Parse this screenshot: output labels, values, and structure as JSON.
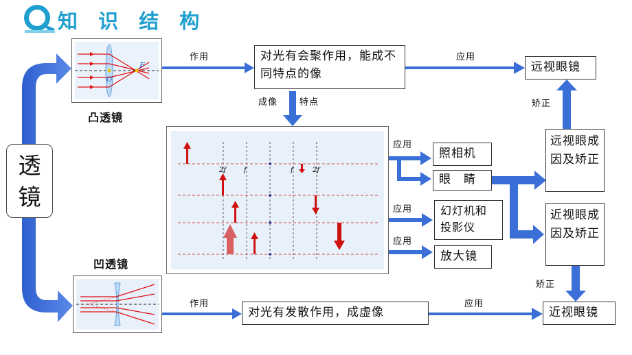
{
  "header": {
    "title": "知 识 结 构"
  },
  "root": {
    "label": "透\n镜"
  },
  "convex": {
    "name": "凸透镜",
    "focus_label": "F",
    "optical_center_label": "O",
    "effect_label": "作用",
    "effect": "对光有会聚作用，能成不同特点的像",
    "apply_label": "应用",
    "application": "远视眼镜",
    "imaging_label_1": "成像",
    "imaging_label_2": "特点"
  },
  "imaging": {
    "marks": {
      "two_f_left": "2f",
      "f_left": "f",
      "f_right": "f",
      "two_f_right": "2f"
    },
    "apply_label_1": "应用",
    "apply_label_2": "应用",
    "apply_label_3": "应用",
    "camera": "照相机",
    "eye": "眼　睛",
    "projector": "幻灯机和投影仪",
    "magnifier": "放大镜"
  },
  "vision": {
    "far_cause": "远视眼成因及矫正",
    "near_cause": "近视眼成因及矫正",
    "correct_label_1": "矫正",
    "correct_label_2": "矫正"
  },
  "concave": {
    "name": "凹透镜",
    "effect_label": "作用",
    "effect": "对光有发散作用，成虚像",
    "apply_label": "应用",
    "application": "近视眼镜"
  },
  "colors": {
    "arrow_blue": "#3a6fd8",
    "accent_cyan": "#1f9fcf",
    "ray_red": "#e01010"
  }
}
